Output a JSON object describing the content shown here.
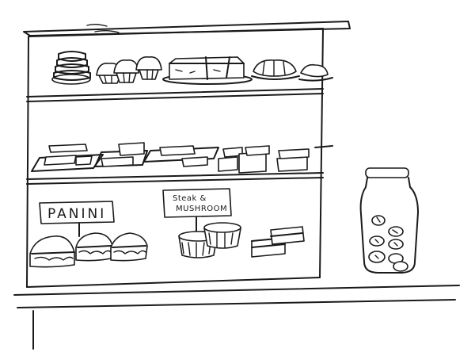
{
  "scene": {
    "signs": {
      "panini": "PANINI",
      "steak_line1": "Steak &",
      "steak_line2": "MUSHROOM"
    }
  }
}
